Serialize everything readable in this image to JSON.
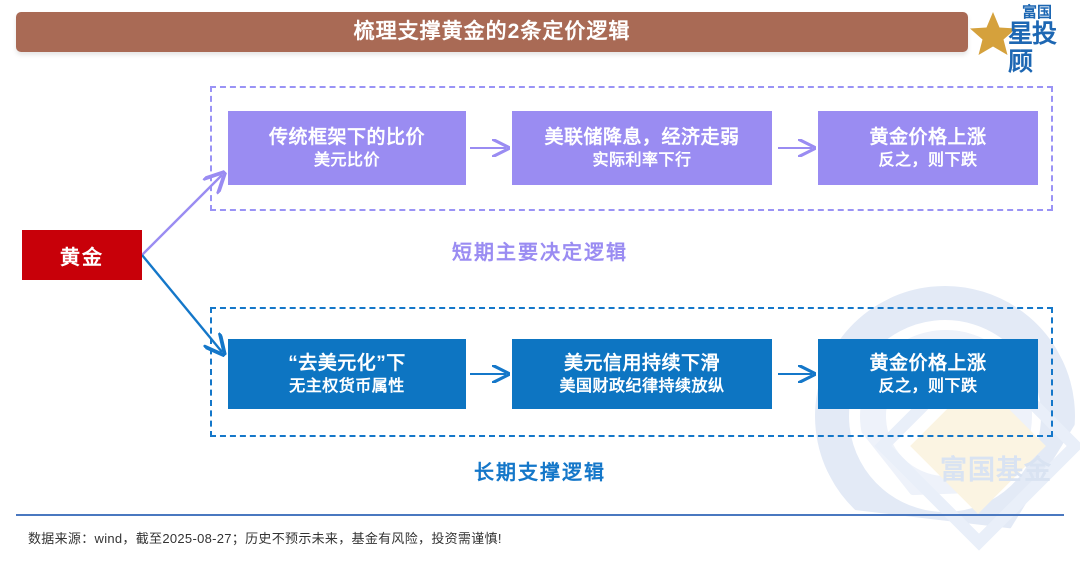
{
  "header": {
    "title": "梳理支撑黄金的2条定价逻辑",
    "banner_color": "#a96a55",
    "logo": {
      "top_text": "富国",
      "bottom_text": "星投顾",
      "star_icon": "star-icon",
      "color": "#1d67b3",
      "star_color": "#d5a13c"
    }
  },
  "diagram": {
    "root": {
      "label": "黄金",
      "color": "#c80009"
    },
    "branches": [
      {
        "id": "short-term",
        "caption": "短期主要决定逻辑",
        "color": "#9a8cf2",
        "nodes": [
          {
            "line1": "传统框架下的比价",
            "line2": "美元比价"
          },
          {
            "line1": "美联储降息，经济走弱",
            "line2": "实际利率下行"
          },
          {
            "line1": "黄金价格上涨",
            "line2": "反之，则下跌"
          }
        ]
      },
      {
        "id": "long-term",
        "caption": "长期支撑逻辑",
        "color": "#0d75c2",
        "nodes": [
          {
            "line1": "“去美元化”下",
            "line2": "无主权货币属性"
          },
          {
            "line1": "美元信用持续下滑",
            "line2": "美国财政纪律持续放纵"
          },
          {
            "line1": "黄金价格上涨",
            "line2": "反之，则下跌"
          }
        ]
      }
    ]
  },
  "watermark": {
    "text": "富国基金"
  },
  "footer": {
    "note": "数据来源：wind，截至2025-08-27；历史不预示未来，基金有风险，投资需谨慎!"
  }
}
